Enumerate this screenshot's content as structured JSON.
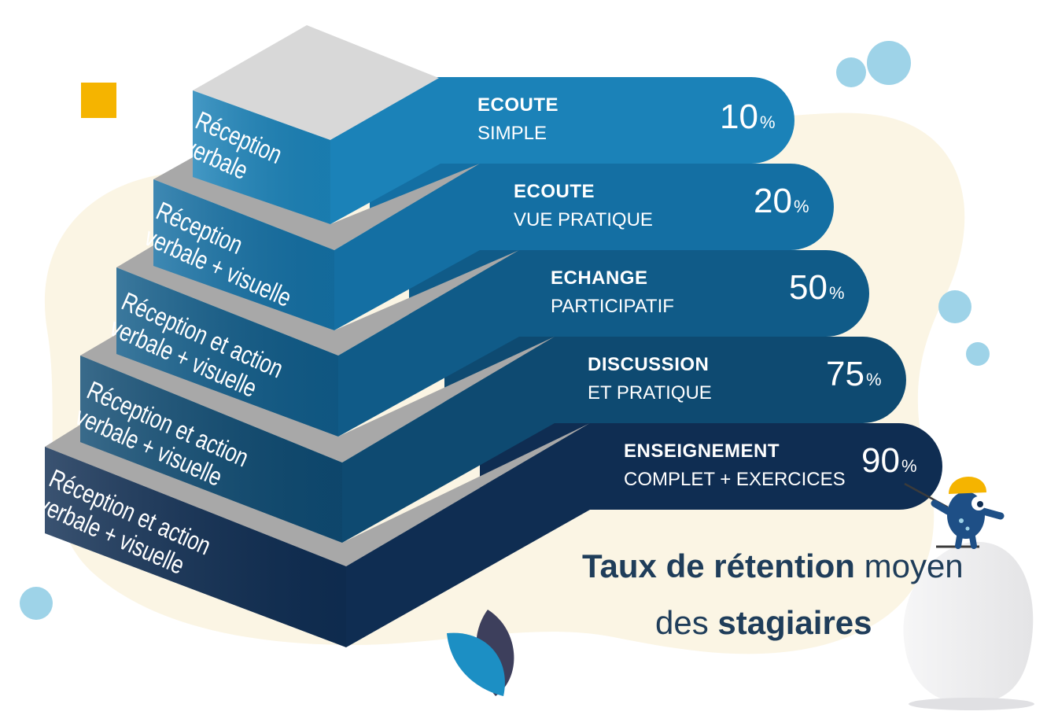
{
  "tiers": [
    {
      "label_line1": "Réception",
      "label_line2": "verbale",
      "label_line3": "",
      "title": "ECOUTE",
      "subtitle": "SIMPLE",
      "percent": "10",
      "unit": "%",
      "value": 10,
      "color": "#1b82b8"
    },
    {
      "label_line1": "Réception",
      "label_line2": "verbale + visuelle",
      "label_line3": "",
      "title": "ECOUTE",
      "subtitle": "VUE PRATIQUE",
      "percent": "20",
      "unit": "%",
      "value": 20,
      "color": "#146fa3"
    },
    {
      "label_line1": "Réception et action",
      "label_line2": "verbale + visuelle",
      "label_line3": "",
      "title": "ECHANGE",
      "subtitle": "PARTICIPATIF",
      "percent": "50",
      "unit": "%",
      "value": 50,
      "color": "#105b88"
    },
    {
      "label_line1": "Réception et action",
      "label_line2": "verbale + visuelle",
      "label_line3": "",
      "title": "DISCUSSION",
      "subtitle": "ET PRATIQUE",
      "percent": "75",
      "unit": "%",
      "value": 75,
      "color": "#0e4a71"
    },
    {
      "label_line1": "Réception et action",
      "label_line2": "verbale + visuelle",
      "label_line3": "",
      "title": "ENSEIGNEMENT",
      "subtitle": "COMPLET + EXERCICES",
      "percent": "90",
      "unit": "%",
      "value": 90,
      "color": "#0f2d52"
    }
  ],
  "caption": {
    "bold1": "Taux de rétention",
    "regular1": " moyen",
    "regular2": "des ",
    "bold2": "stagiaires"
  },
  "colors": {
    "accent_square": "#f5b400",
    "bubble": "#9ed3e8",
    "blob": "#fbf5e4",
    "leaf_blue": "#1c8fc4",
    "leaf_dark": "#3d3f5c",
    "mascot_body": "#1e4f86",
    "mascot_helmet": "#f5b400",
    "rock": "#efeff0",
    "caption_text": "#1f3d5a"
  },
  "icons": [
    "decor-square",
    "bubble",
    "leaf-icon",
    "mascot-icon"
  ]
}
